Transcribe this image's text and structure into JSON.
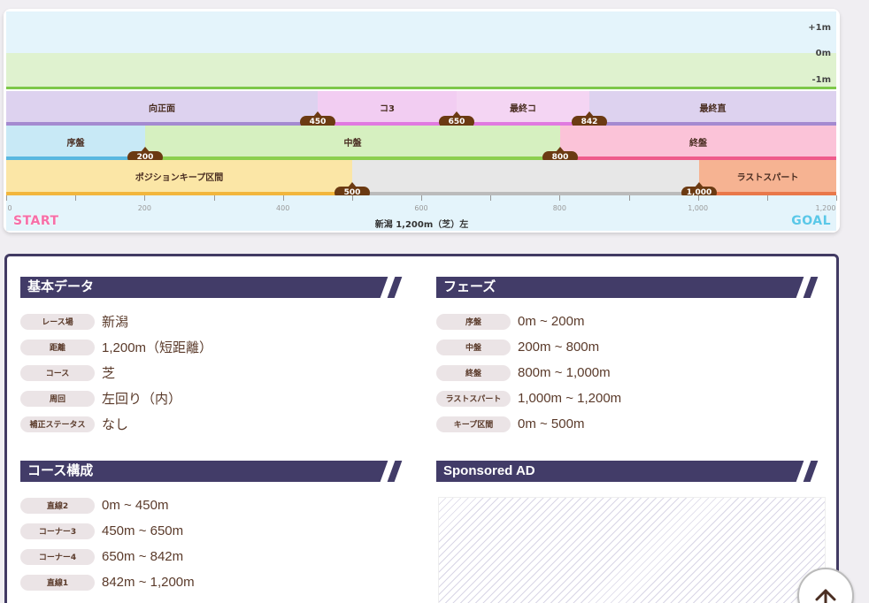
{
  "chart": {
    "elevation_labels": [
      "+1m",
      "0m",
      "-1m"
    ],
    "course_segments": [
      {
        "label": "向正面",
        "start": 0,
        "end": 450
      },
      {
        "label": "コ3",
        "start": 450,
        "end": 650
      },
      {
        "label": "最終コ",
        "start": 650,
        "end": 842
      },
      {
        "label": "最終直",
        "start": 842,
        "end": 1200
      }
    ],
    "course_markers": [
      "450",
      "650",
      "842"
    ],
    "phase_segments": [
      {
        "label": "序盤",
        "start": 0,
        "end": 200
      },
      {
        "label": "中盤",
        "start": 200,
        "end": 800
      },
      {
        "label": "終盤",
        "start": 800,
        "end": 1200
      }
    ],
    "phase_markers": [
      "200",
      "800"
    ],
    "position_segments": [
      {
        "label": "ポジションキープ区間",
        "start": 0,
        "end": 500
      },
      {
        "label": "",
        "start": 500,
        "end": 1000
      },
      {
        "label": "ラストスパート",
        "start": 1000,
        "end": 1200
      }
    ],
    "position_markers": [
      "500",
      "1,000"
    ],
    "axis_labels": [
      "0",
      "200",
      "400",
      "600",
      "800",
      "1,000",
      "1,200"
    ],
    "start_label": "START",
    "goal_label": "GOAL",
    "caption": "新潟 1,200m（芝）左"
  },
  "basic_data": {
    "title": "基本データ",
    "rows": [
      {
        "key": "レース場",
        "value": "新潟"
      },
      {
        "key": "距離",
        "value": "1,200m（短距離）"
      },
      {
        "key": "コース",
        "value": "芝"
      },
      {
        "key": "周回",
        "value": "左回り（内）"
      },
      {
        "key": "補正ステータス",
        "value": "なし"
      }
    ]
  },
  "phases": {
    "title": "フェーズ",
    "rows": [
      {
        "key": "序盤",
        "value": "0m ~ 200m"
      },
      {
        "key": "中盤",
        "value": "200m ~ 800m"
      },
      {
        "key": "終盤",
        "value": "800m ~ 1,000m"
      },
      {
        "key": "ラストスパート",
        "value": "1,000m ~ 1,200m"
      },
      {
        "key": "キープ区間",
        "value": "0m ~ 500m"
      }
    ]
  },
  "course_layout": {
    "title": "コース構成",
    "rows": [
      {
        "key": "直線2",
        "value": "0m ~ 450m"
      },
      {
        "key": "コーナー3",
        "value": "450m ~ 650m"
      },
      {
        "key": "コーナー4",
        "value": "650m ~ 842m"
      },
      {
        "key": "直線1",
        "value": "842m ~ 1,200m"
      }
    ]
  },
  "ad": {
    "title": "Sponsored AD"
  },
  "colors": {
    "header_bg": "#423c68",
    "panel_border": "#413a63",
    "marker": "#6b3a12",
    "start": "#f76fa8",
    "goal": "#5ac8e8"
  }
}
